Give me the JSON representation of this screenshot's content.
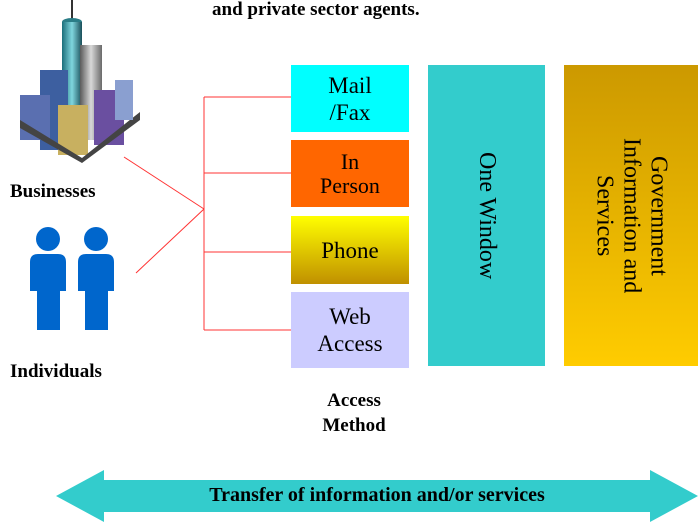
{
  "title_fragment": "and private sector agents.",
  "audiences": {
    "businesses_label": "Businesses",
    "individuals_label": "Individuals"
  },
  "access_methods": {
    "mail_fax_line1": "Mail",
    "mail_fax_line2": "/Fax",
    "in_person_line1": "In",
    "in_person_line2": "Person",
    "phone": "Phone",
    "web_line1": "Web",
    "web_line2": "Access",
    "caption_line1": "Access",
    "caption_line2": "Method"
  },
  "one_window_label": "One Window",
  "government_label_line1": "Government",
  "government_label_line2": "Information and",
  "government_label_line3": "Services",
  "transfer_label": "Transfer of information and/or services",
  "colors": {
    "mail_fax": "#00ffff",
    "in_person": "#ff6600",
    "phone_top": "#ffff00",
    "phone_bottom": "#c09000",
    "web": "#ccccff",
    "one_window": "#33cccc",
    "government_top": "#cc9900",
    "government_bottom": "#ffcc00",
    "connector": "#ff3333",
    "arrow": "#33cccc",
    "person": "#0066cc"
  }
}
